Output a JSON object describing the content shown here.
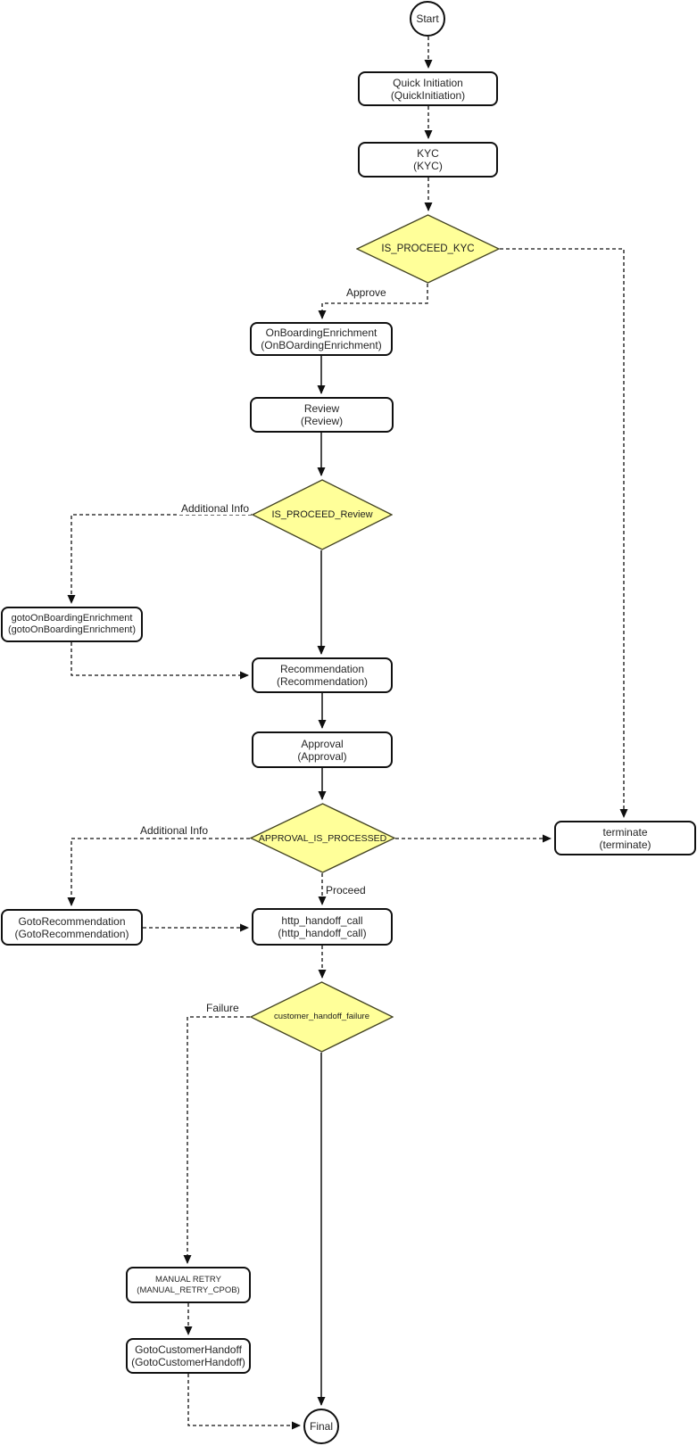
{
  "colors": {
    "background": "#ffffff",
    "decision_fill": "#ffff99",
    "decision_stroke": "#454524",
    "line_color": "#101010"
  },
  "nodes": {
    "start": {
      "label": "Start"
    },
    "quick_initiation": {
      "line1": "Quick Initiation",
      "line2": "(QuickInitiation)"
    },
    "kyc": {
      "line1": "KYC",
      "line2": "(KYC)"
    },
    "is_proceed_kyc": {
      "label": "IS_PROCEED_KYC"
    },
    "onboarding_enrichment": {
      "line1": "OnBoardingEnrichment",
      "line2": "(OnBOardingEnrichment)"
    },
    "review": {
      "line1": "Review",
      "line2": "(Review)"
    },
    "is_proceed_review": {
      "label": "IS_PROCEED_Review"
    },
    "goto_onboarding_enrichment": {
      "line1": "gotoOnBoardingEnrichment",
      "line2": "(gotoOnBoardingEnrichment)"
    },
    "recommendation": {
      "line1": "Recommendation",
      "line2": "(Recommendation)"
    },
    "approval": {
      "line1": "Approval",
      "line2": "(Approval)"
    },
    "approval_is_processed": {
      "label": "APPROVAL_IS_PROCESSED"
    },
    "terminate": {
      "line1": "terminate",
      "line2": "(terminate)"
    },
    "goto_recommendation": {
      "line1": "GotoRecommendation",
      "line2": "(GotoRecommendation)"
    },
    "http_handoff_call": {
      "line1": "http_handoff_call",
      "line2": "(http_handoff_call)"
    },
    "customer_handoff_failure": {
      "label": "customer_handoff_failure"
    },
    "manual_retry": {
      "line1": "MANUAL RETRY",
      "line2": "(MANUAL_RETRY_CPOB)"
    },
    "goto_customer_handoff": {
      "line1": "GotoCustomerHandoff",
      "line2": "(GotoCustomerHandoff)"
    },
    "final": {
      "label": "Final"
    }
  },
  "edge_labels": {
    "approve": "Approve",
    "additional_info_review": "Additional Info",
    "additional_info_approval": "Additional Info",
    "proceed": "Proceed",
    "failure": "Failure"
  }
}
